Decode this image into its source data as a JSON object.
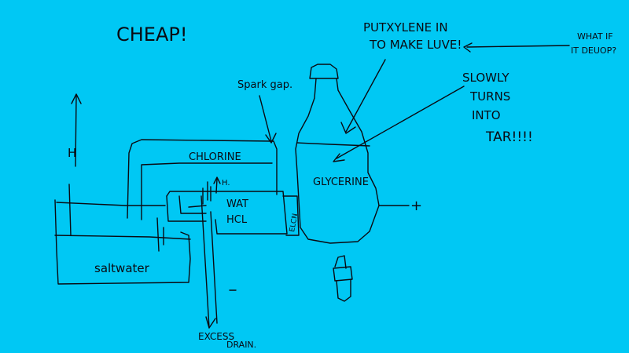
{
  "background_color": "#00c8f4",
  "ink_color": "#0a0a12",
  "labels": {
    "cheap": "CHEAP!",
    "spark_gap": "Spark gap.",
    "chlorine": "CHLORINE",
    "h_left": "H",
    "h_small": "H.",
    "wat": "WAT",
    "hcl": "HCL",
    "valve": "ELCN",
    "glycerine": "GLYCERINE",
    "salt_water": "saltwater",
    "put_line1": "PUTXYLENE IN",
    "put_line2": "TO MAKE LUVE!",
    "whatif_line1": "WHAT IF",
    "whatif_line2": "IT DEUOP?",
    "slowly_line1": "SLOWLY",
    "slowly_line2": "TURNS",
    "slowly_line3": "INTO",
    "slowly_line4": "TAR!!!!",
    "plus": "+",
    "minus": "−",
    "excess_line1": "EXCESS",
    "excess_line2": "DRAIN."
  }
}
